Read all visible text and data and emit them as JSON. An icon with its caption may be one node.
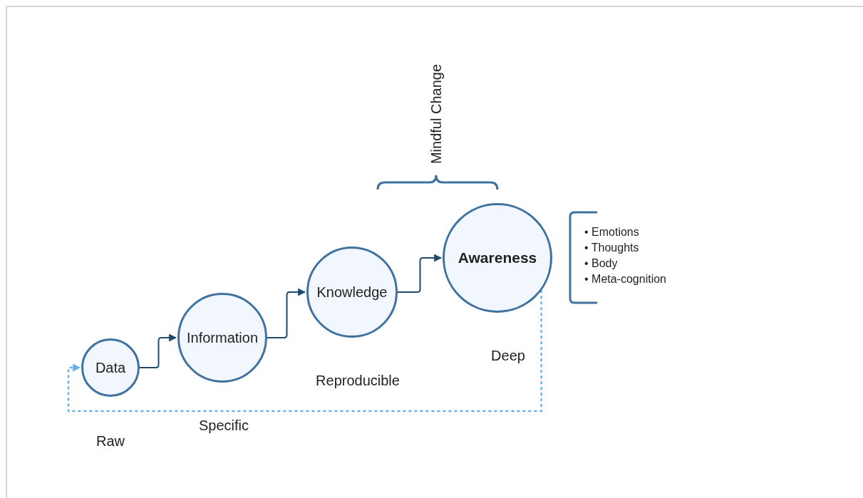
{
  "diagram": {
    "nodes": [
      {
        "text": [
          "Data"
        ],
        "beside": [
          "Raw"
        ]
      },
      {
        "text": [
          "Information"
        ],
        "beside": [
          "Specific"
        ]
      },
      {
        "text": [
          "Knowledge"
        ],
        "beside": [
          "Reproducible"
        ]
      },
      {
        "text": [
          "Awareness"
        ],
        "beside": [
          "Deep"
        ]
      }
    ],
    "edges": [
      {
        "from": 0,
        "to": 1,
        "arrow": "to"
      },
      {
        "from": 1,
        "to": 2,
        "arrow": "to"
      },
      {
        "from": 2,
        "to": 3,
        "arrow": "to"
      },
      {
        "from": 3,
        "to": 0,
        "arrow": "to",
        "style": "dashed",
        "color": "#6aaee8"
      }
    ],
    "labels": [
      "Mindful Change",
      "• Emotions",
      "• Thoughts",
      "• Body",
      "• Meta-cognition"
    ]
  }
}
